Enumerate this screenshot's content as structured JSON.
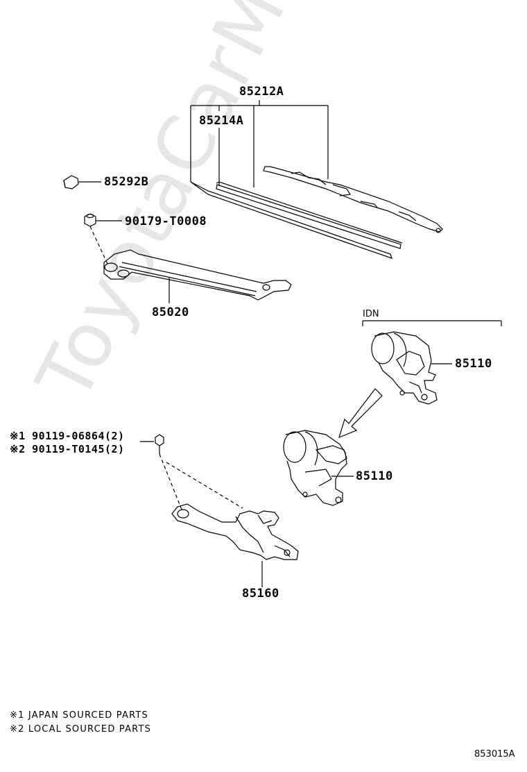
{
  "watermark": "ToyotaCarMine.ru",
  "parts": {
    "blade_assy": "85212A",
    "blade_rubber": "85214A",
    "cap": "85292B",
    "nut": "90179-T0008",
    "link_arm": "85020",
    "motor_top": "85110",
    "motor_bottom": "85110",
    "link_assy": "85160",
    "bolt_1": "※1 90119-06864(2)",
    "bolt_2": "※2 90119-T0145(2)"
  },
  "region_label": "IDN",
  "notes": [
    "※1 JAPAN SOURCED PARTS",
    "※2 LOCAL SOURCED PARTS"
  ],
  "diagram_code": "853015A"
}
